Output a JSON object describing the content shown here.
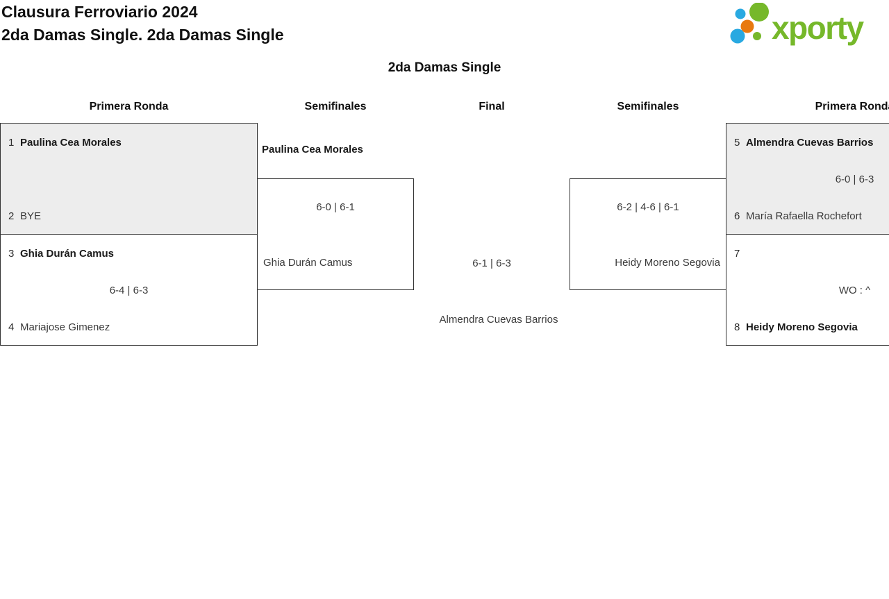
{
  "header": {
    "title_line1": "Clausura Ferroviario 2024",
    "title_line2": "2da Damas Single. 2da Damas Single",
    "logo_text": "xporty"
  },
  "bracket": {
    "title": "2da Damas Single",
    "columns": [
      "Primera Ronda",
      "Semifinales",
      "Final",
      "Semifinales",
      "Primera Ronda"
    ],
    "matches": {
      "r1_left_top": {
        "seed1": "1",
        "player1": "Paulina Cea Morales",
        "seed2": "2",
        "player2": "BYE"
      },
      "r1_left_bottom": {
        "seed1": "3",
        "player1": "Ghia Durán Camus",
        "score": "6-4 | 6-3",
        "seed2": "4",
        "player2": "Mariajose Gimenez"
      },
      "sf_left": {
        "advancing_player": "Paulina Cea Morales",
        "score": "6-0 | 6-1",
        "player": "Ghia Durán Camus"
      },
      "final": {
        "score": "6-1 | 6-3",
        "winner": "Almendra Cuevas Barrios"
      },
      "sf_right": {
        "score": "6-2 | 4-6 | 6-1",
        "player": "Heidy Moreno Segovia"
      },
      "r1_right_top": {
        "seed1": "5",
        "player1": "Almendra Cuevas Barrios",
        "score": "6-0 | 6-3",
        "seed2": "6",
        "player2": "María Rafaella Rochefort"
      },
      "r1_right_bottom": {
        "seed1": "7",
        "player1": "",
        "score": "WO : ^",
        "seed2": "8",
        "player2": "Heidy Moreno Segovia"
      }
    }
  },
  "colors": {
    "logo-green": "#76b82a",
    "logo-blue": "#29a9e1",
    "logo-orange": "#e8790f",
    "box-alt": "#ededed",
    "line": "#333333",
    "text": "#1c1c1c"
  }
}
